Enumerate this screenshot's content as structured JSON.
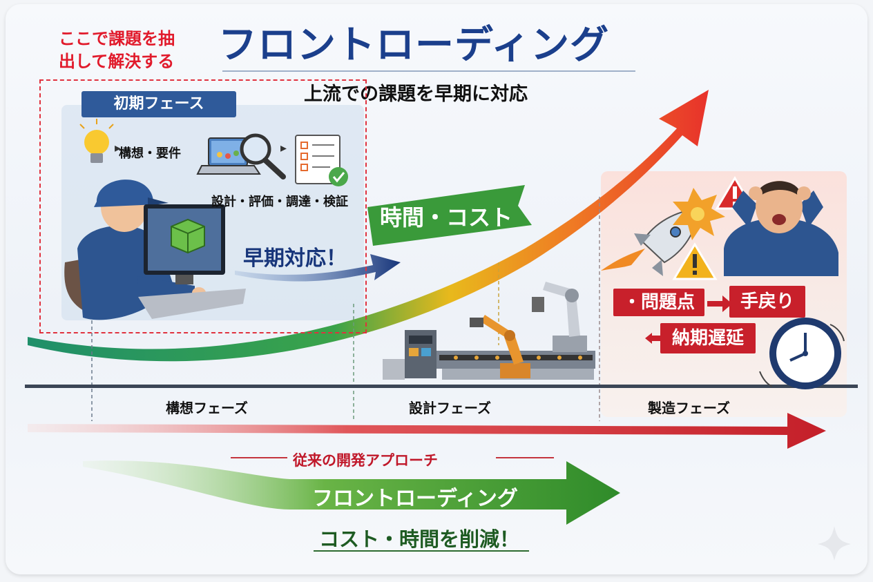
{
  "title": "フロントローディング",
  "subtitle": "上流での課題を早期に対応",
  "red_note": [
    "ここで課題を抽",
    "出して解決する"
  ],
  "initial_phase": {
    "label": "初期フェース",
    "flow_step1": "構想・要件",
    "flow_step2": "設計・評価・調達・検証"
  },
  "banner": "時間・コスト",
  "early_action": "早期対応！",
  "problems": {
    "tag1": "・問題点",
    "tag2": "手戻り",
    "tag3": "納期遅延"
  },
  "phases": [
    "構想フェーズ",
    "設計フェーズ",
    "製造フェーズ"
  ],
  "legend_traditional": "従来の開発アプローチ",
  "legend_frontloading": "フロントローディング",
  "cost_reduction": "コスト・時間を削減！",
  "colors": {
    "title_blue": "#1b3f8c",
    "note_red": "#e11a2b",
    "curve_start": "#1f8f5a",
    "curve_mid": "#e5b81a",
    "curve_end": "#e8322b",
    "banner_green": "#3a9a3a",
    "traditional_red": "#c8202b",
    "frontload_green": "#3f9a32"
  },
  "icons": [
    "lightbulb-icon",
    "laptop-icon",
    "magnifier-icon",
    "checklist-icon",
    "checkmark-icon",
    "engineer-illustration",
    "monitor-icon",
    "robot-arm-icon",
    "rocket-icon",
    "explosion-icon",
    "warning-icon",
    "stressed-worker-illustration",
    "clock-icon",
    "sparkle-icon"
  ]
}
